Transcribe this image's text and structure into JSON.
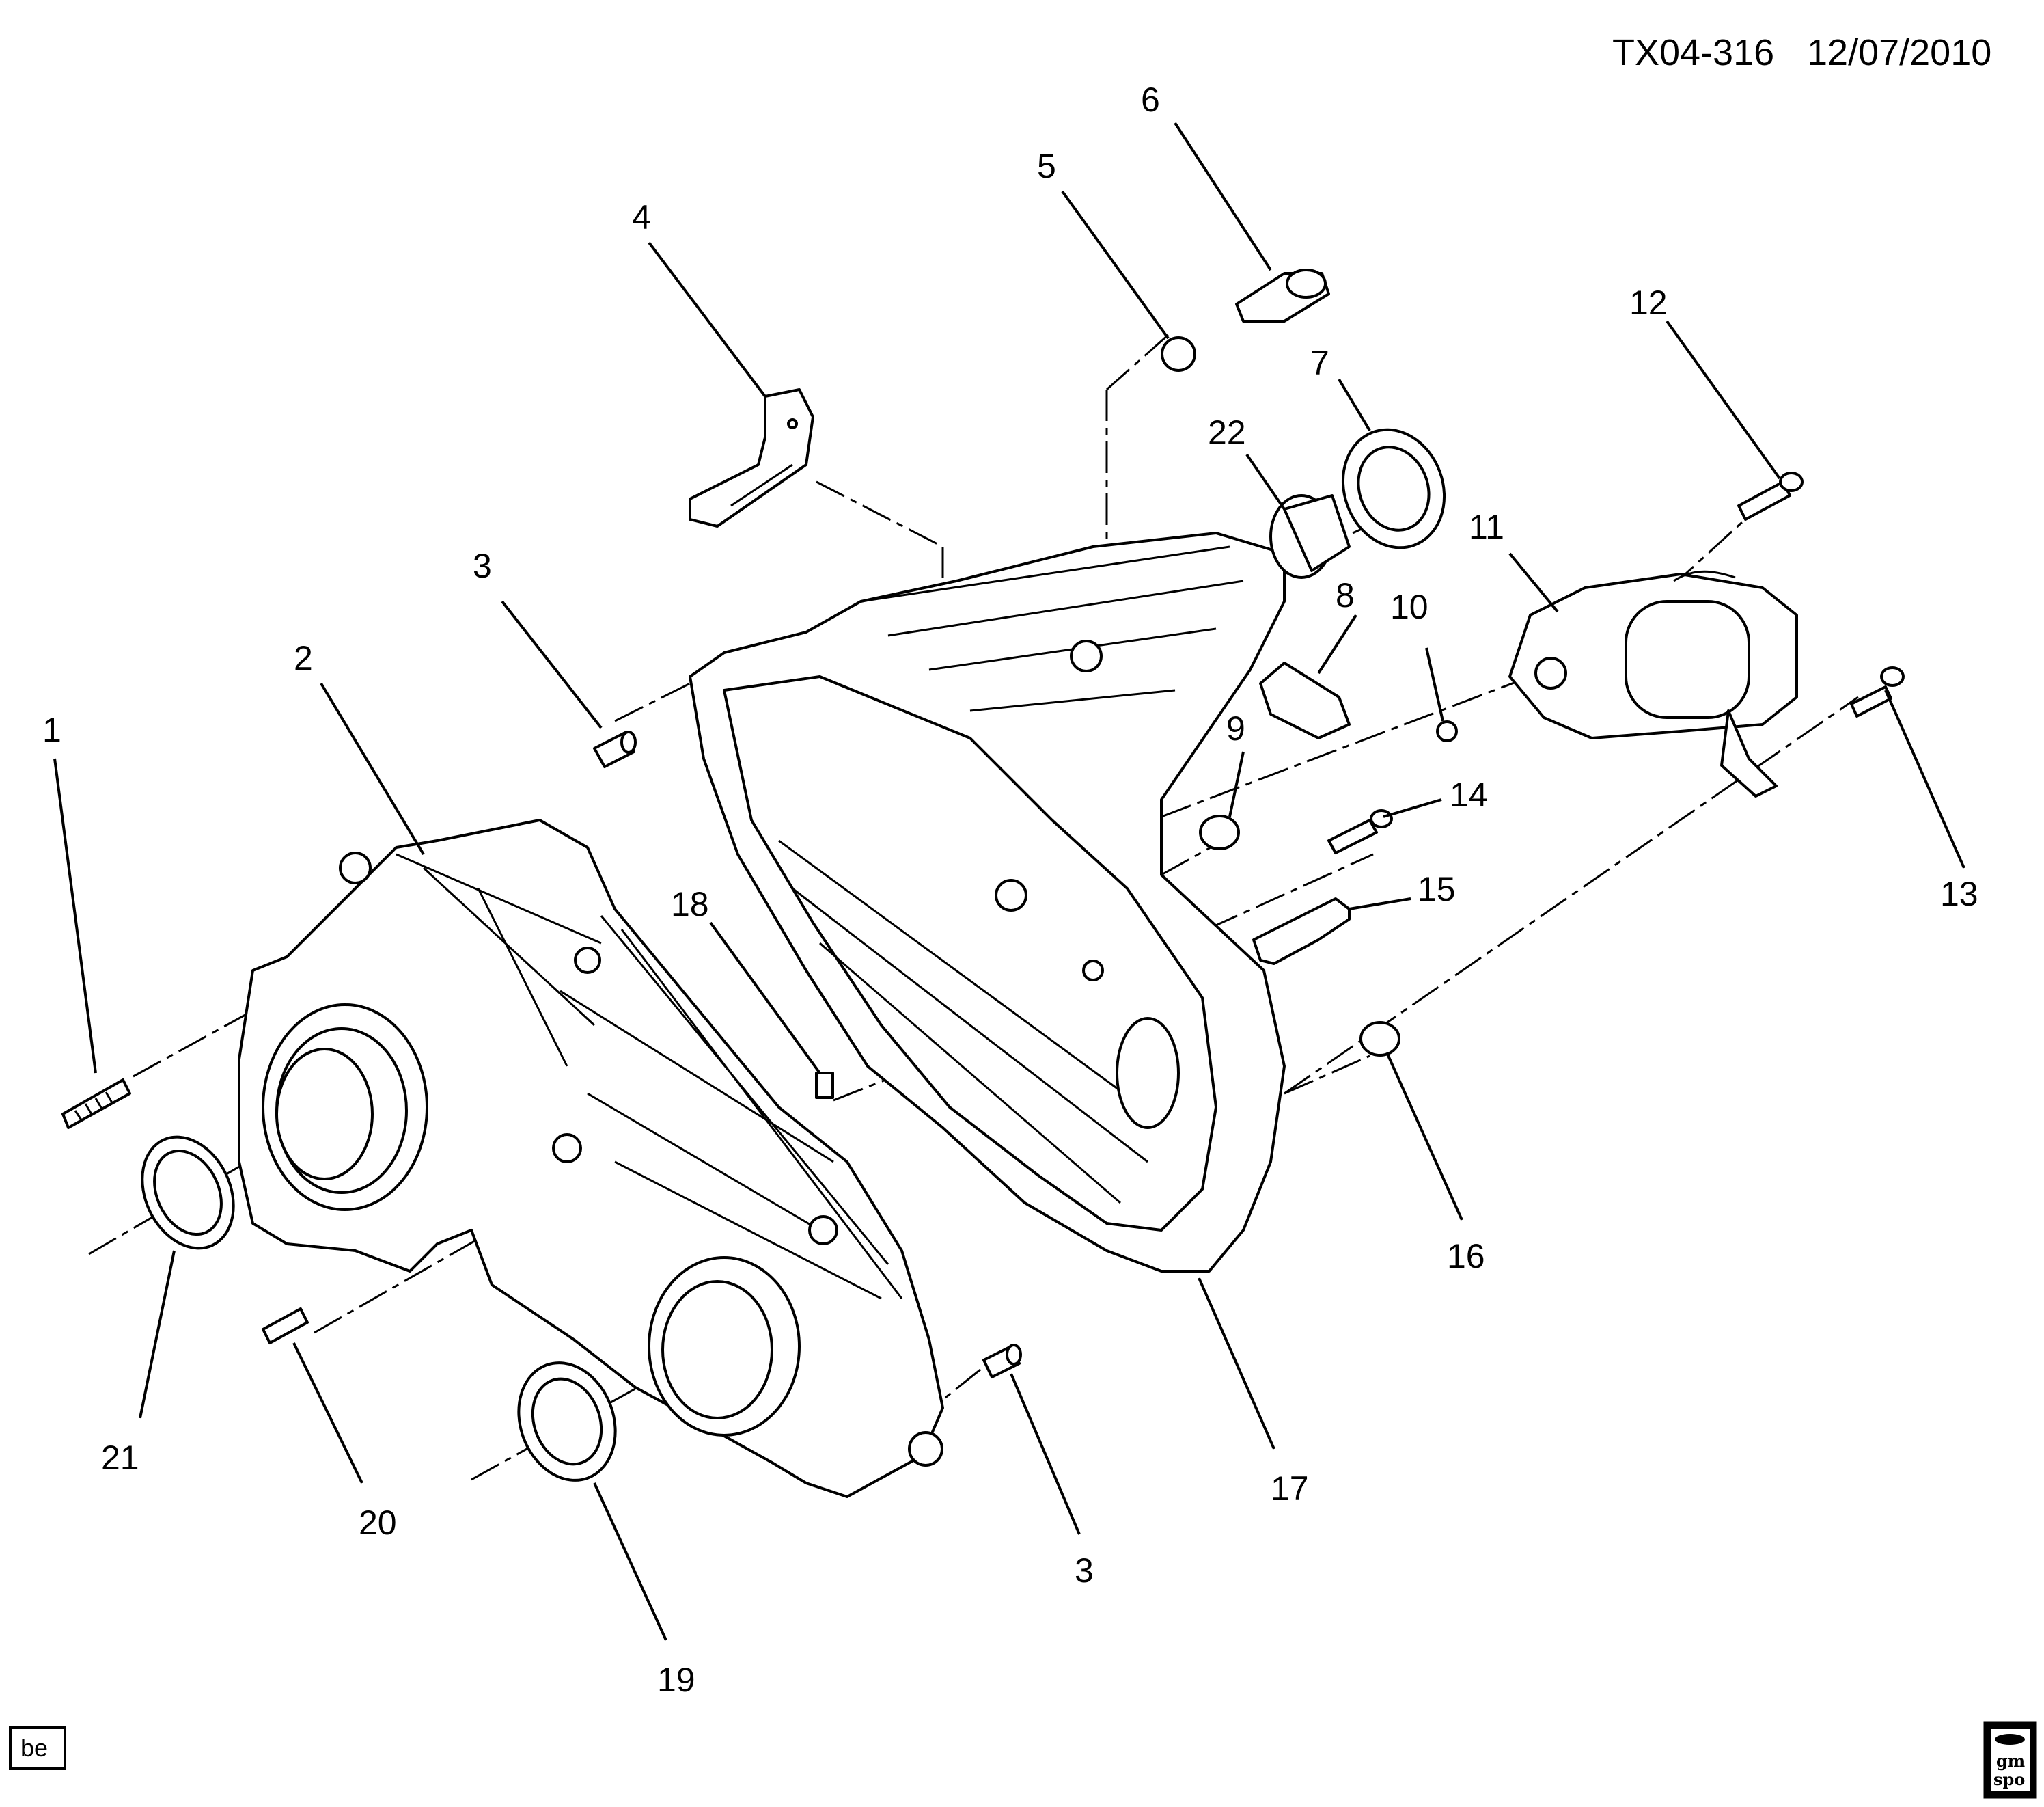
{
  "header": {
    "drawing_id": "TX04-316",
    "date": "12/07/2010"
  },
  "labels": {
    "1": "1",
    "2": "2",
    "3a": "3",
    "3b": "3",
    "4": "4",
    "5": "5",
    "6": "6",
    "7": "7",
    "8": "8",
    "9": "9",
    "10": "10",
    "11": "11",
    "12": "12",
    "13": "13",
    "14": "14",
    "15": "15",
    "16": "16",
    "17": "17",
    "18": "18",
    "19": "19",
    "20": "20",
    "21": "21",
    "22": "22"
  },
  "footer": {
    "tag": "be",
    "logo_top": "gm",
    "logo_bottom": "spo"
  }
}
